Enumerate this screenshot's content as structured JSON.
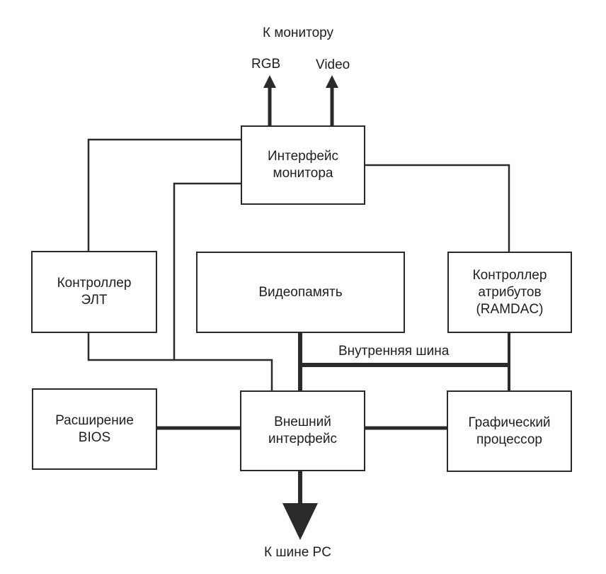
{
  "colors": {
    "line": "#2a2a2a",
    "text": "#1e1e1e",
    "background": "#ffffff"
  },
  "labels": {
    "to_monitor": "К монитору",
    "rgb": "RGB",
    "video": "Video",
    "internal_bus": "Внутренняя шина",
    "to_pc_bus": "К шине PC"
  },
  "blocks": {
    "monitor_interface": "Интерфейс\nмонитора",
    "crt_controller": "Контроллер\nЭЛТ",
    "video_memory": "Видеопамять",
    "attribute_controller": "Контроллер\nатрибутов\n(RAMDAC)",
    "bios_extension": "Расширение\nBIOS",
    "external_interface": "Внешний\nинтерфейс",
    "graphics_processor": "Графический\nпроцессор"
  }
}
